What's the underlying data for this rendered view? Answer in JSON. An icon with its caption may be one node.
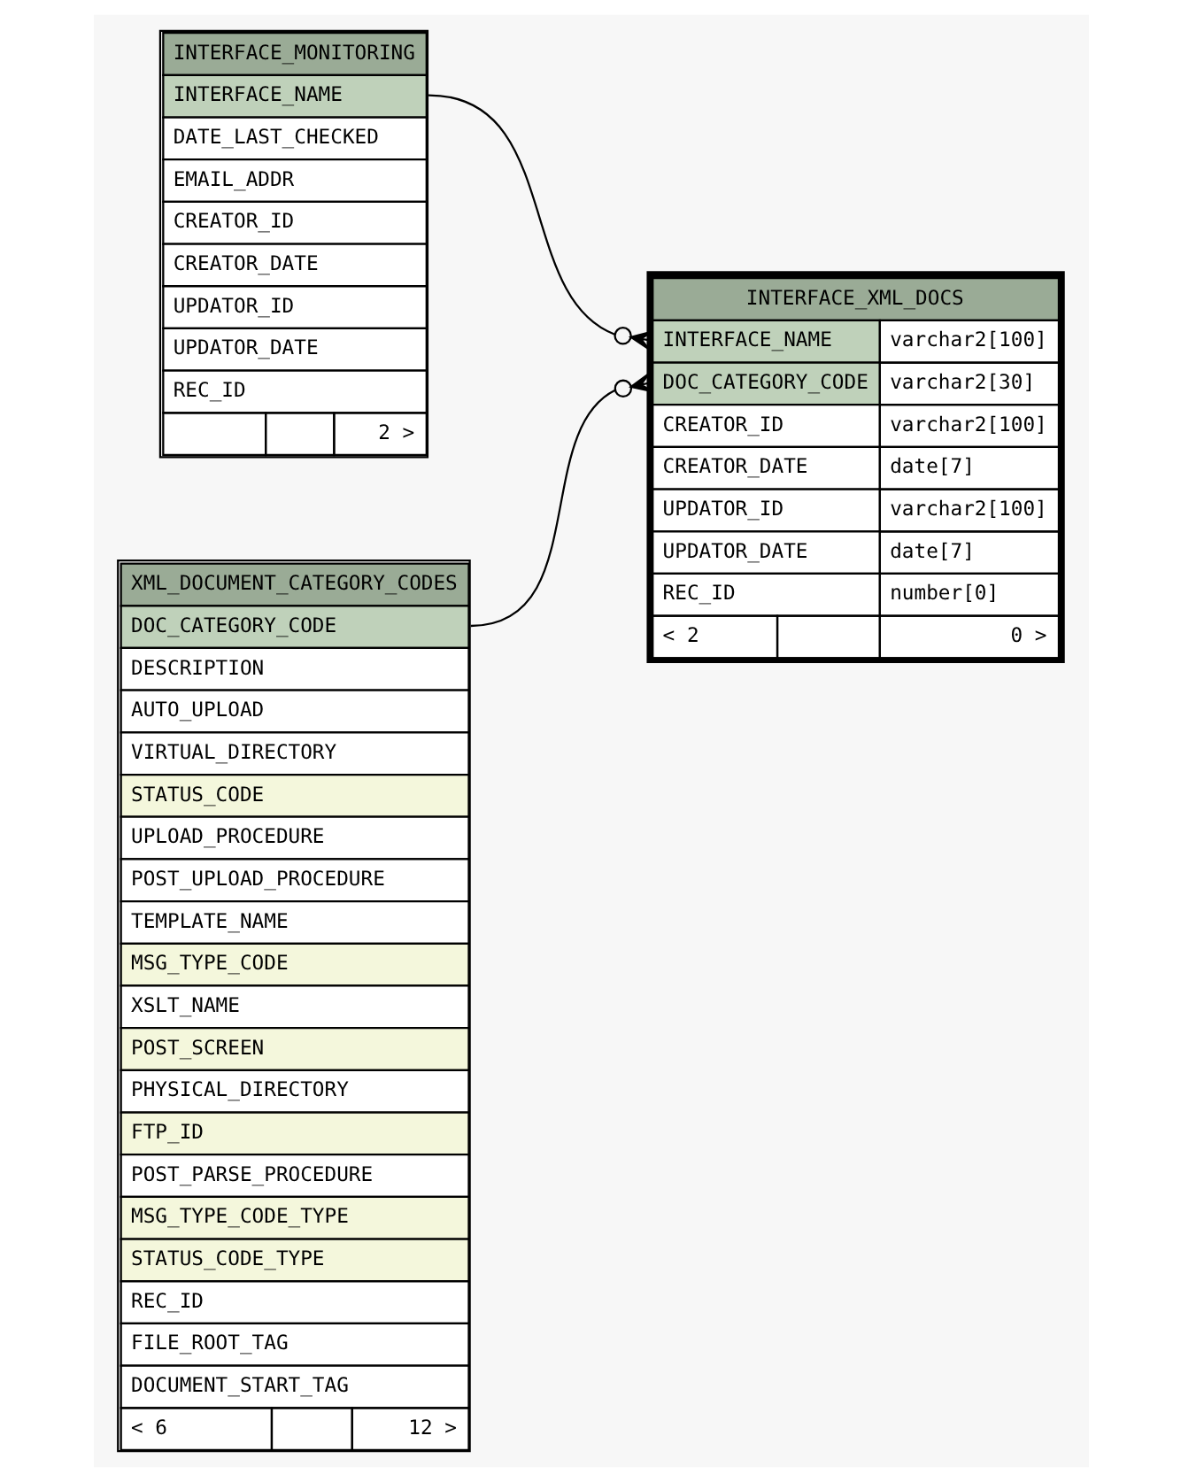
{
  "diagram": {
    "nodes": [
      {
        "text": [
          "INTERFACE_MONITORING",
          "INTERFACE_NAME",
          "DATE_LAST_CHECKED",
          "EMAIL_ADDR",
          "CREATOR_ID",
          "CREATOR_DATE",
          "UPDATOR_ID",
          "UPDATOR_DATE",
          "REC_ID",
          "2 >"
        ]
      },
      {
        "text": [
          "INTERFACE_XML_DOCS",
          "INTERFACE_NAME",
          "varchar2[100]",
          "DOC_CATEGORY_CODE",
          "varchar2[30]",
          "CREATOR_ID",
          "varchar2[100]",
          "CREATOR_DATE",
          "date[7]",
          "UPDATOR_ID",
          "varchar2[100]",
          "UPDATOR_DATE",
          "date[7]",
          "REC_ID",
          "number[0]",
          "< 2",
          "0 >"
        ]
      },
      {
        "text": [
          "XML_DOCUMENT_CATEGORY_CODES",
          "DOC_CATEGORY_CODE",
          "DESCRIPTION",
          "AUTO_UPLOAD",
          "VIRTUAL_DIRECTORY",
          "STATUS_CODE",
          "UPLOAD_PROCEDURE",
          "POST_UPLOAD_PROCEDURE",
          "TEMPLATE_NAME",
          "MSG_TYPE_CODE",
          "XSLT_NAME",
          "POST_SCREEN",
          "PHYSICAL_DIRECTORY",
          "FTP_ID",
          "POST_PARSE_PROCEDURE",
          "MSG_TYPE_CODE_TYPE",
          "STATUS_CODE_TYPE",
          "REC_ID",
          "FILE_ROOT_TAG",
          "DOCUMENT_START_TAG",
          "< 6",
          "12 >"
        ]
      }
    ],
    "edges": [
      {
        "from": 0,
        "to": 1,
        "arrow": "other"
      },
      {
        "from": 2,
        "to": 1,
        "arrow": "other"
      }
    ]
  }
}
